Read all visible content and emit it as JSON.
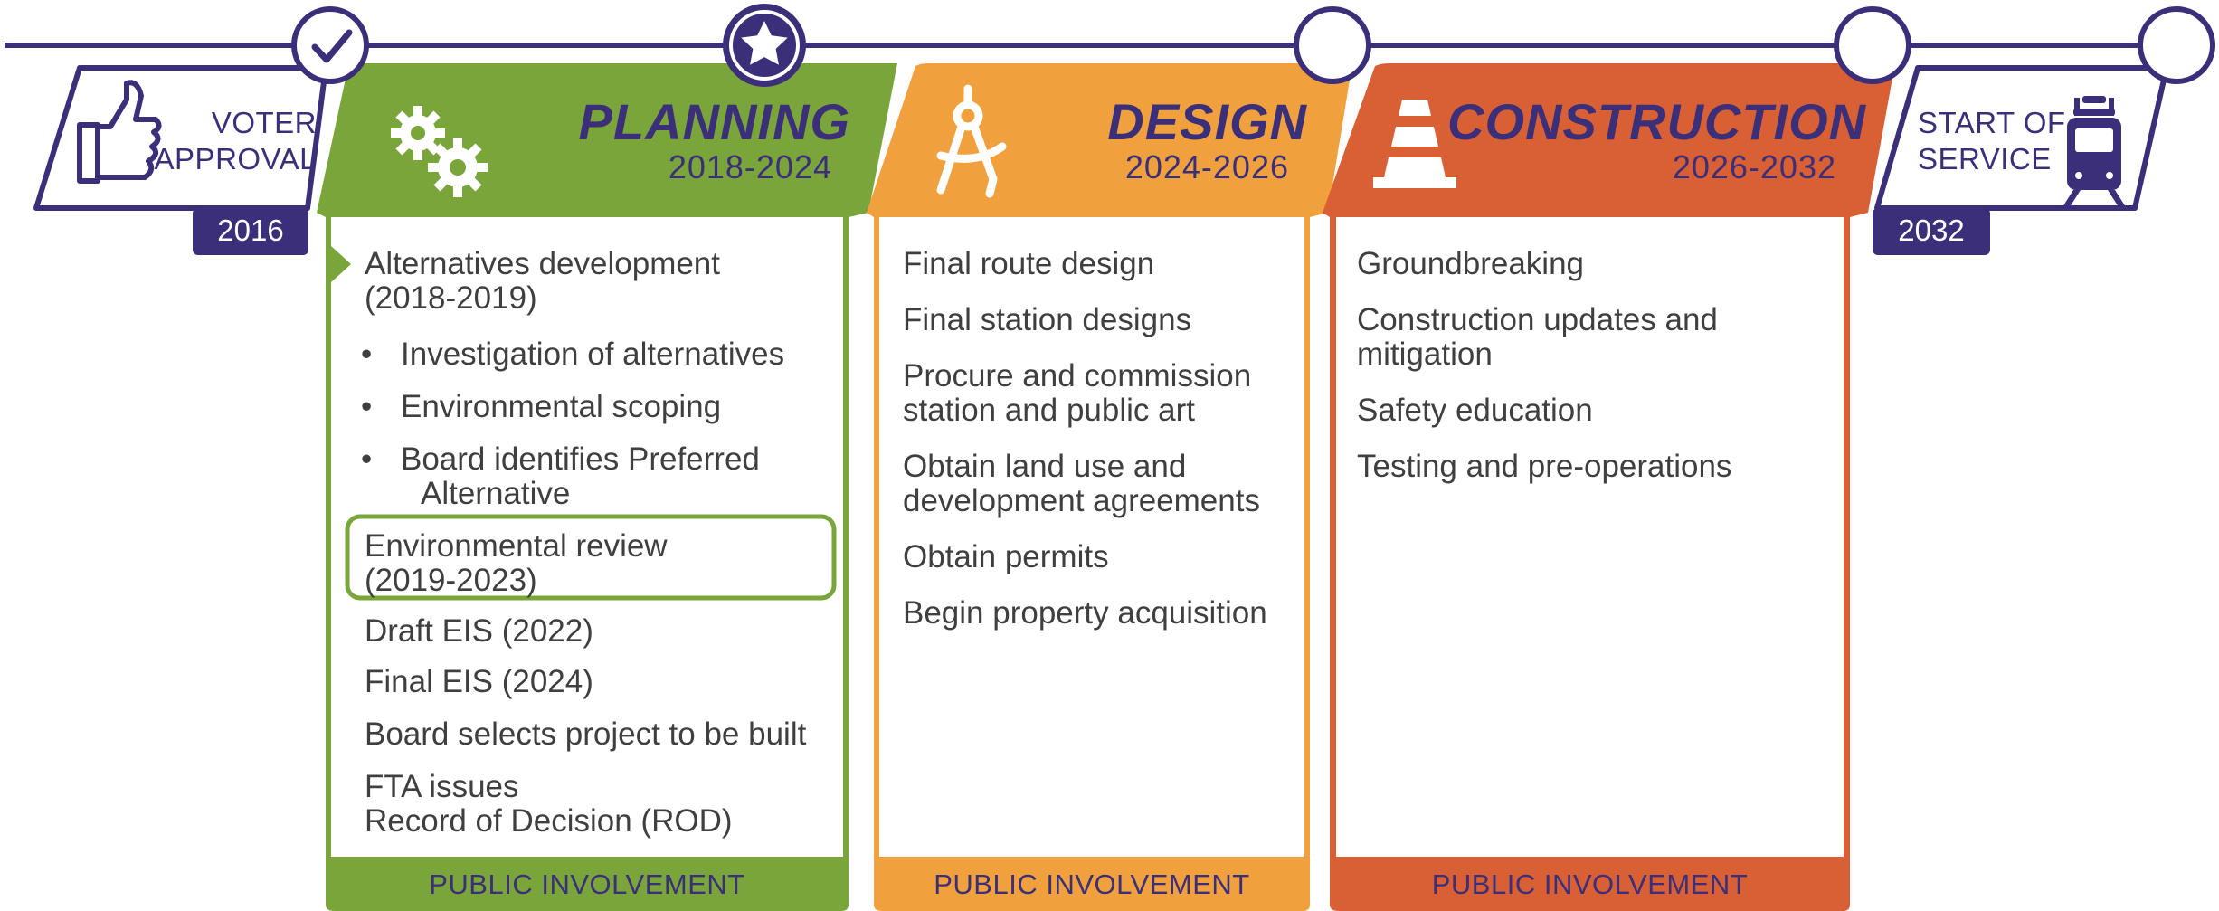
{
  "milestones": {
    "voter_approval": {
      "label_line1": "VOTER",
      "label_line2": "APPROVAL",
      "year": "2016",
      "icon": "thumbs-up-icon"
    },
    "start_of_service": {
      "label_line1": "START OF",
      "label_line2": "SERVICE",
      "year": "2032",
      "icon": "train-icon"
    }
  },
  "phases": {
    "planning": {
      "title": "PLANNING",
      "years": "2018-2024",
      "icon": "gears-icon",
      "color": "#79a53a",
      "items": [
        "Alternatives development",
        "(2018-2019)",
        "Investigation of alternatives",
        "Environmental scoping",
        "Board identifies Preferred",
        "Alternative",
        "Environmental review",
        "(2019-2023)",
        "Draft EIS (2022)",
        "Final EIS (2024)",
        "Board selects project to be built",
        "FTA issues",
        "Record of Decision (ROD)"
      ],
      "footer": "PUBLIC INVOLVEMENT"
    },
    "design": {
      "title": "DESIGN",
      "years": "2024-2026",
      "icon": "compass-icon",
      "color": "#f0a13d",
      "items": [
        "Final route design",
        "Final station designs",
        "Procure and commission",
        "station and public art",
        "Obtain land use and",
        "development agreements",
        "Obtain permits",
        "Begin property acquisition"
      ],
      "footer": "PUBLIC INVOLVEMENT"
    },
    "construction": {
      "title": "CONSTRUCTION",
      "years": "2026-2032",
      "icon": "traffic-cone-icon",
      "color": "#d95f35",
      "items": [
        "Groundbreaking",
        "Construction updates and",
        "mitigation",
        "Safety education",
        "Testing and pre-operations"
      ],
      "footer": "PUBLIC INVOLVEMENT"
    }
  },
  "timeline": {
    "line_color": "#3b2f7a",
    "current_marker_icon": "star-icon",
    "completed_marker_icon": "checkmark-icon"
  }
}
